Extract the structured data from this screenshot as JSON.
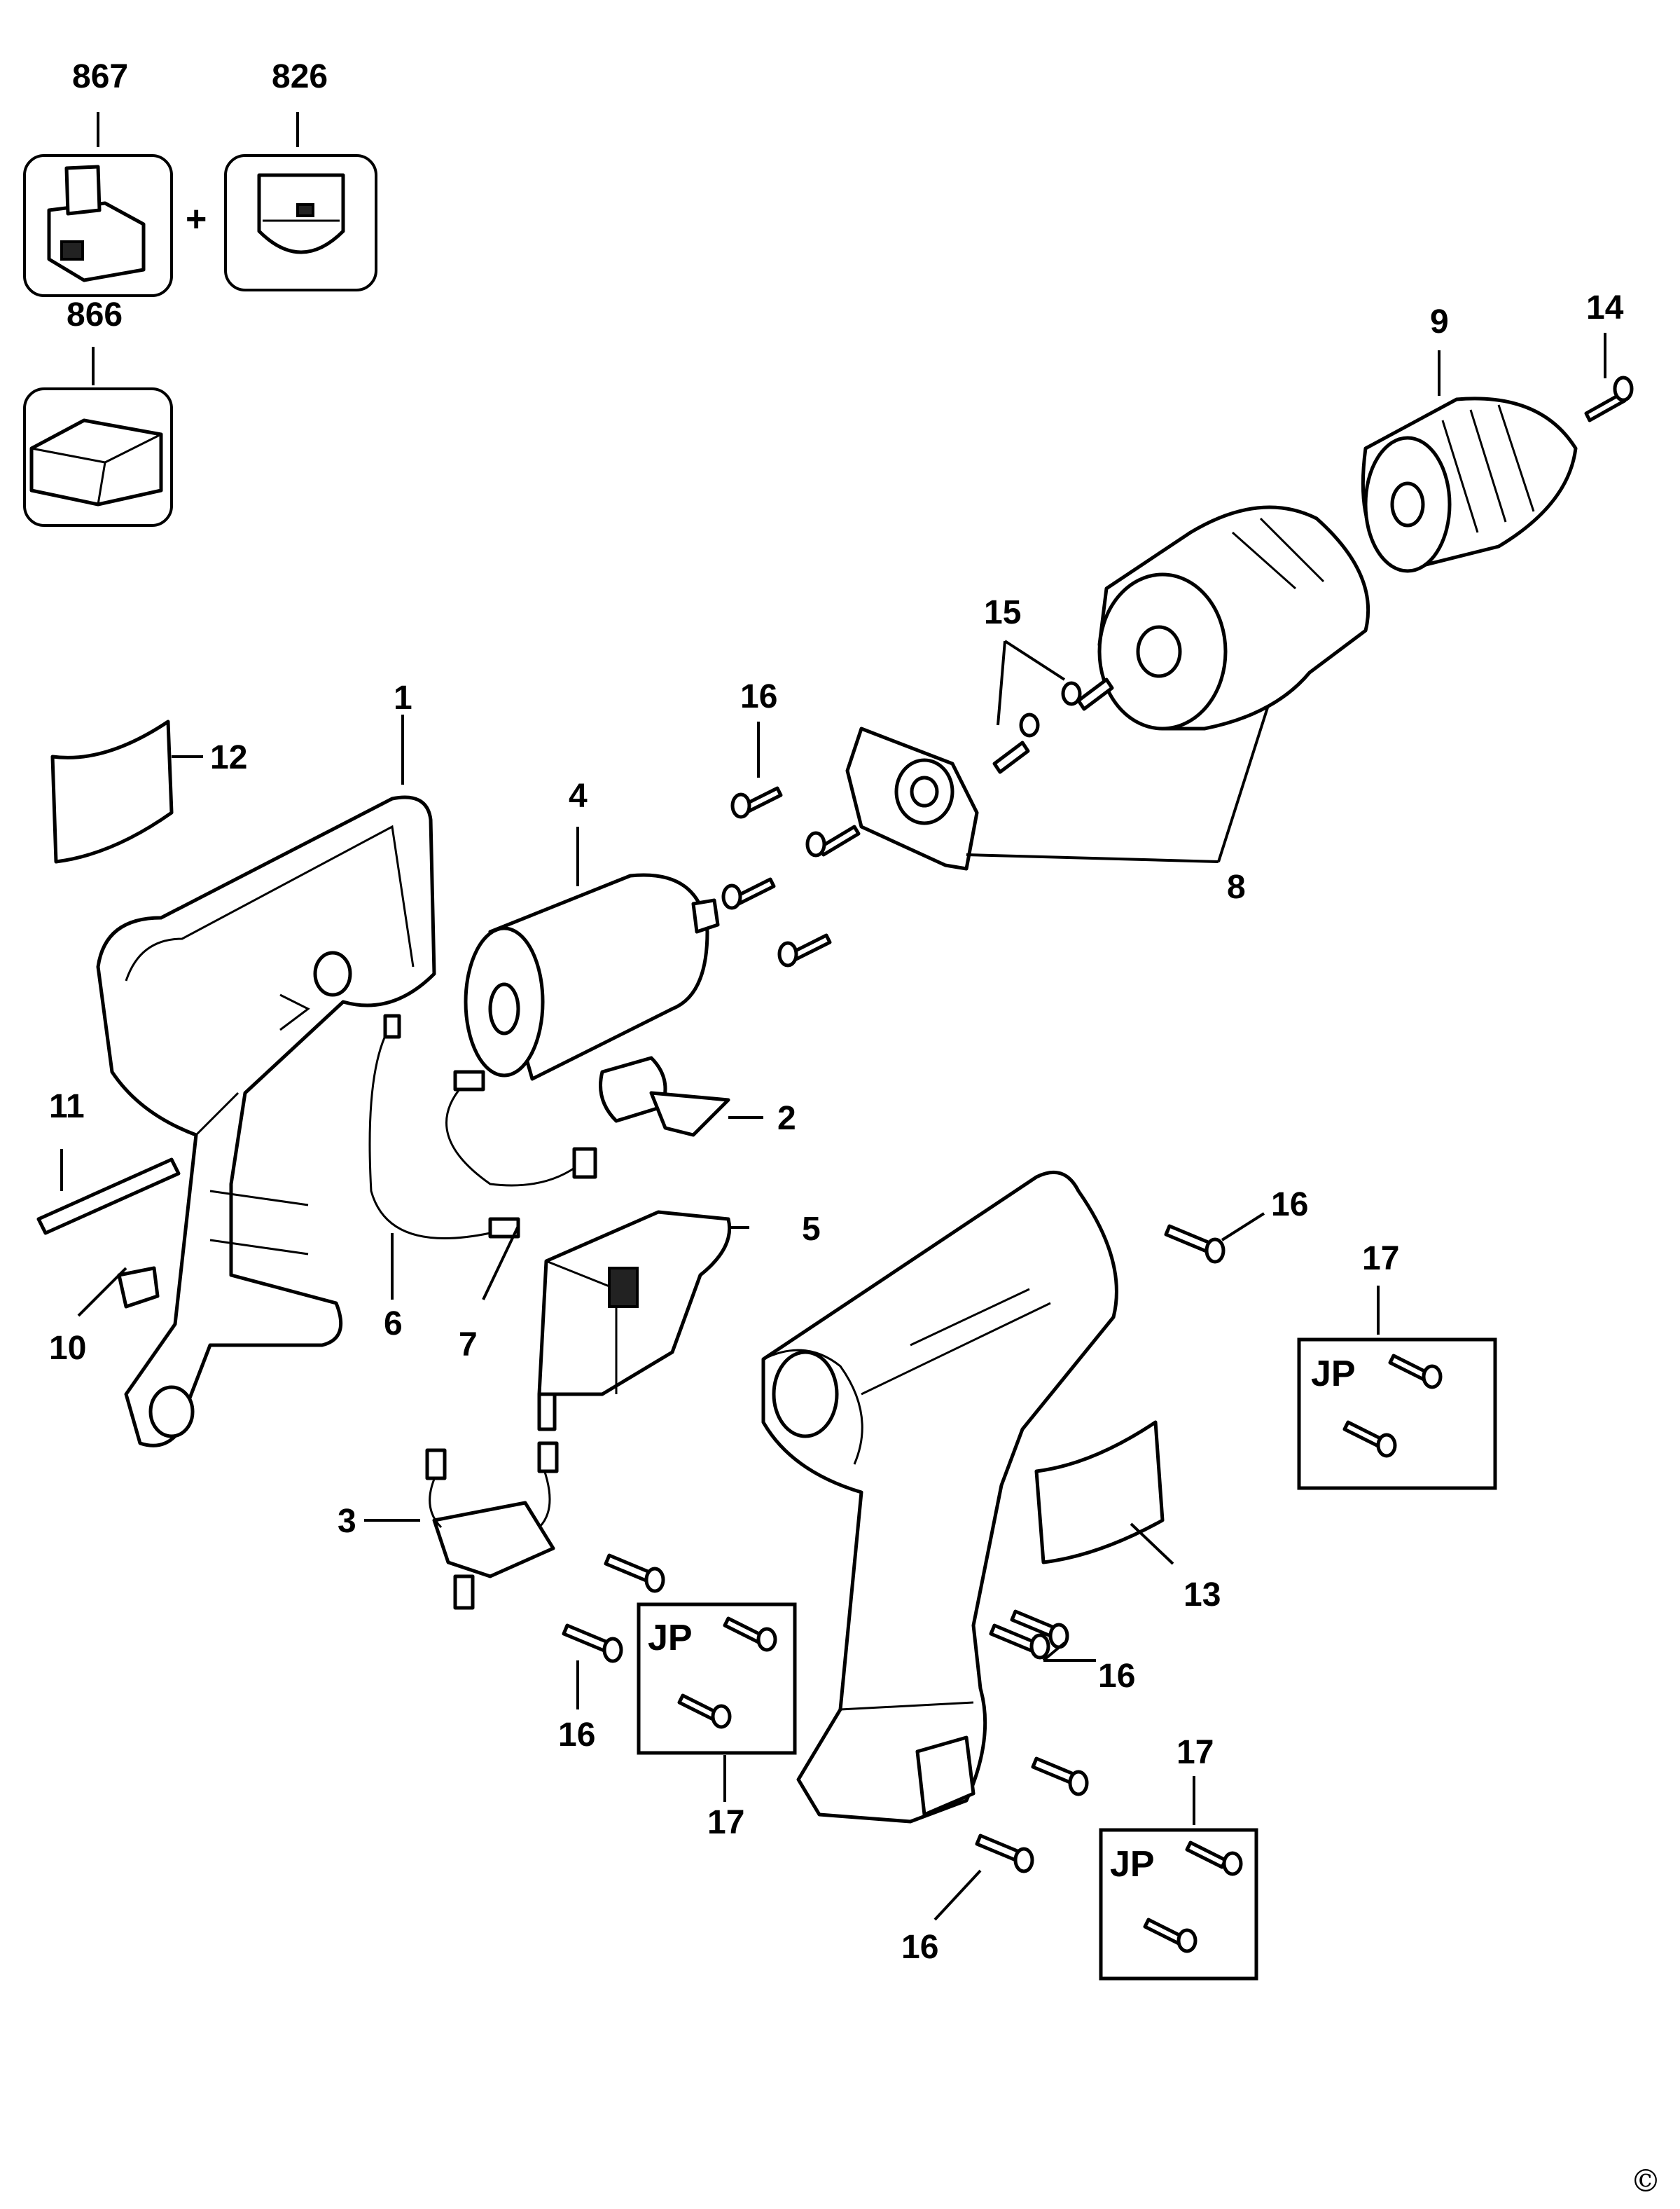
{
  "labels": {
    "p867": "867",
    "p826": "826",
    "p866": "866",
    "p1": "1",
    "p2": "2",
    "p3": "3",
    "p4": "4",
    "p5": "5",
    "p6": "6",
    "p7": "7",
    "p8": "8",
    "p9": "9",
    "p10": "10",
    "p11": "11",
    "p12": "12",
    "p13": "13",
    "p14": "14",
    "p15": "15",
    "p16": "16",
    "p17": "17"
  },
  "plus_sign": "+",
  "jp_label": "JP",
  "copyright": "©"
}
